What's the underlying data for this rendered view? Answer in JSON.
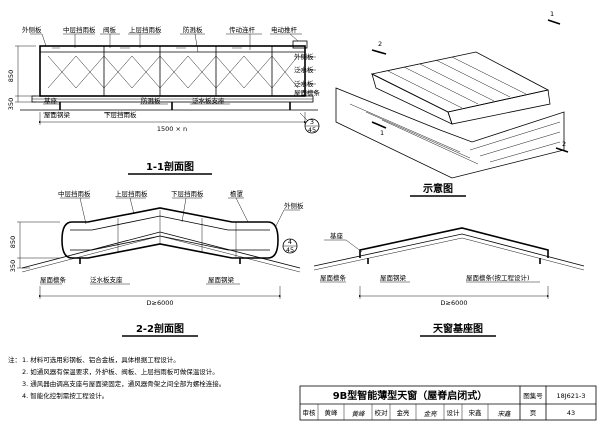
{
  "section11": {
    "title": "1-1剖面图",
    "labels": {
      "outer_panel": "外侧板",
      "mid_baffle": "中层挡雨板",
      "valve": "阀板",
      "upper_baffle": "上层挡雨板",
      "fire_panel": "防溅板",
      "drive_rod": "传动连杆",
      "elec_actuator": "电动推杆",
      "water_panel_top": "泛水板",
      "base": "基座",
      "roof_steel": "屋面钢梁",
      "lower_baffle": "下层挡雨板",
      "fire_panel2": "防溅板",
      "water_support": "泛水板支座",
      "water_panel": "泛水板",
      "roof_purlin": "屋面檩条"
    },
    "dims": {
      "h1": "850",
      "h2": "350",
      "span": "1500 × n"
    },
    "callout": {
      "num": "3",
      "sheet": "45"
    }
  },
  "schematic": {
    "title": "示意图",
    "cut1": "1",
    "cut2": "2"
  },
  "section22": {
    "title": "2-2剖面图",
    "labels": {
      "mid_baffle": "中层挡雨板",
      "upper_baffle": "上层挡雨板",
      "lower_baffle": "下层挡雨板",
      "ridge_cap": "檐罩",
      "outer_panel": "外侧板",
      "roof_purlin": "屋面檩条",
      "water_support": "泛水板支座",
      "roof_steel": "屋面钢梁"
    },
    "dims": {
      "h1": "850",
      "h2": "350",
      "span": "D≥6000"
    },
    "callout": {
      "num": "4",
      "sheet": "45"
    }
  },
  "basediag": {
    "title": "天窗基座图",
    "labels": {
      "base": "基座",
      "roof_purlin": "屋面檩条",
      "roof_steel": "屋面钢梁",
      "purlin_note": "屋面檩条(按工程设计)"
    },
    "dim": "D≥6000"
  },
  "notes": {
    "heading": "注：",
    "lines": [
      "1. 材料可选用彩钢板、铝合金板，具体根据工程设计。",
      "2. 如通风器有保温要求，外护板、阀板、上层挡雨板可做保温设计。",
      "3. 通风器由调高支座与屋面梁固定，通风器骨架之间全部为螺栓连接。",
      "4. 智能化控制需按工程设计。"
    ]
  },
  "titleblock": {
    "title": "9B型智能薄型天窗（屋脊启闭式）",
    "atlas_label": "图集号",
    "atlas_no": "18J621-3",
    "review_label": "审核",
    "reviewer": "黄峰",
    "review_sig": "黄峰",
    "check_label": "校对",
    "checker": "金亮",
    "check_sig": "金亮",
    "design_label": "设计",
    "designer": "宋鑫",
    "design_sig": "宋鑫",
    "page_label": "页",
    "page_no": "43"
  }
}
